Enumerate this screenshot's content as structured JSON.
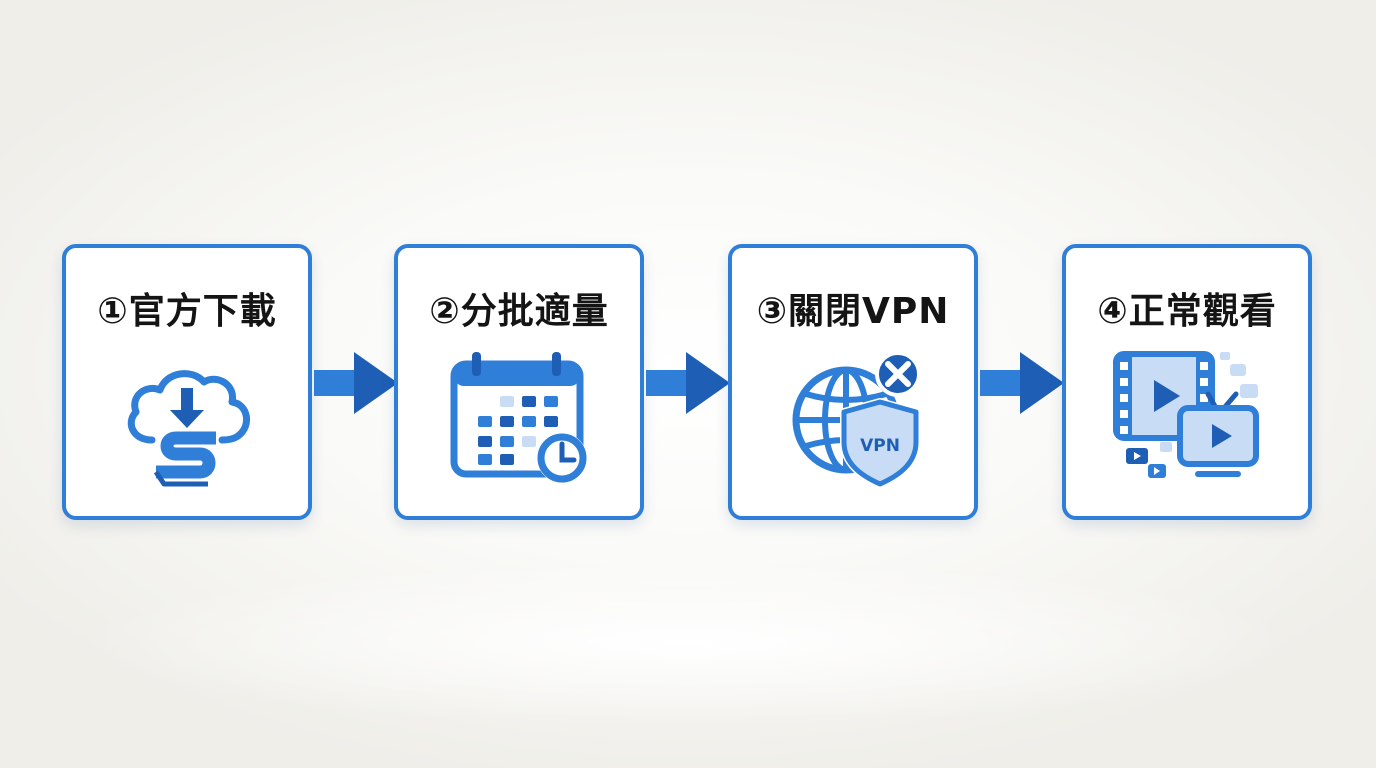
{
  "steps": [
    {
      "title": "①官方下載",
      "icon": "cloud-download-icon"
    },
    {
      "title": "②分批適量",
      "icon": "calendar-clock-icon"
    },
    {
      "title": "③關閉VPN",
      "icon": "globe-vpn-off-icon",
      "badge": "VPN"
    },
    {
      "title": "④正常觀看",
      "icon": "video-tv-icon"
    }
  ],
  "colors": {
    "accent": "#2f7ed8",
    "accent_dark": "#1e5fb5",
    "accent_light": "#c9dcf5",
    "text": "#141414"
  }
}
